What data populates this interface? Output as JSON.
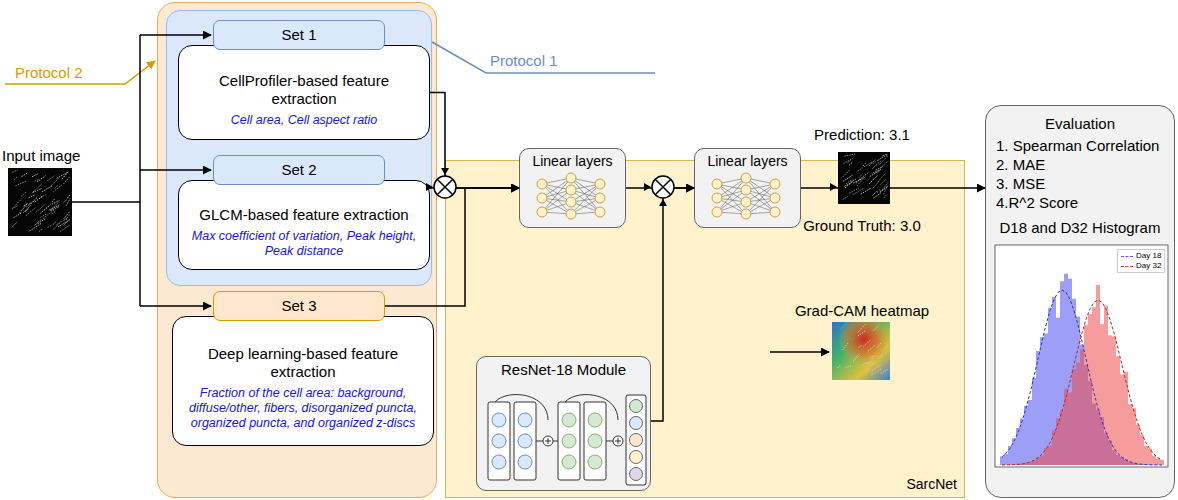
{
  "diagram": {
    "nodes": [
      {
        "text": [
          "Set 1"
        ]
      },
      {
        "text": [
          "CellProfiler-based feature extraction",
          "Cell area, Cell aspect ratio"
        ]
      },
      {
        "text": [
          "Set 2"
        ]
      },
      {
        "text": [
          "GLCM-based feature extraction",
          "Max coefficient of variation, Peak height, Peak distance"
        ]
      },
      {
        "text": [
          "Set 3"
        ]
      },
      {
        "text": [
          "Deep learning-based feature extraction",
          "Fraction of the cell area: background, diffuse/other, fibers, disorganized puncta, organized puncta, and organized z-discs"
        ]
      },
      {
        "text": [
          "SarcNet"
        ]
      },
      {
        "text": [
          "Linear layers"
        ],
        "in": 6
      },
      {
        "text": [
          "Linear layers"
        ],
        "in": 6
      },
      {
        "text": [
          "ResNet-18 Module"
        ],
        "in": 6
      },
      {
        "text": [
          "Evaluation",
          "1. Spearman Correlation",
          "2. MAE",
          "3. MSE",
          "4.R^2 Score",
          "D18 and D32 Histogram"
        ]
      }
    ],
    "edges": [
      {
        "from": 1,
        "to": 7,
        "arrow": "to"
      },
      {
        "from": 3,
        "to": 7,
        "arrow": "to"
      },
      {
        "from": 4,
        "to": 7,
        "arrow": "to"
      },
      {
        "from": 7,
        "to": 8,
        "arrow": "to"
      },
      {
        "from": 9,
        "to": 8,
        "arrow": "to"
      },
      {
        "from": 8,
        "to": 10,
        "arrow": "to"
      }
    ],
    "labels": [
      "Input image",
      "Protocol 2",
      "Protocol 1",
      "Prediction: 3.1",
      "Ground Truth: 3.0",
      "Grad-CAM heatmap"
    ],
    "legend": [
      {
        "text": "Day 18"
      },
      {
        "text": "Day 32"
      }
    ]
  }
}
